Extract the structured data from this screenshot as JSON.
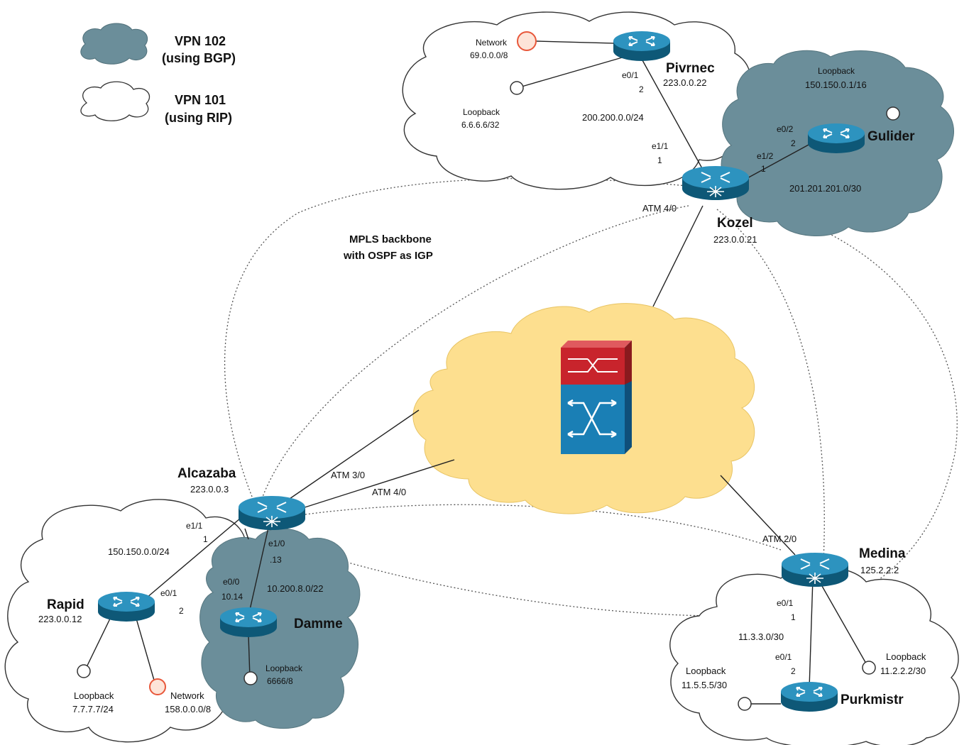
{
  "legend": {
    "vpn102": {
      "line1": "VPN 102",
      "line2": "(using BGP)"
    },
    "vpn101": {
      "line1": "VPN 101",
      "line2": "(using RIP)"
    }
  },
  "backbone": {
    "line1": "MPLS backbone",
    "line2": "with OSPF as IGP"
  },
  "colors": {
    "vpn102_cloud": "#6b8e9a",
    "atm_cloud": "#fddf8f",
    "router": "#1f7fa8",
    "network_node": "#e8573a",
    "switch_top": "#c8242c",
    "switch_bottom": "#1a7fb5"
  },
  "routers": {
    "pivrnec": {
      "name": "Pivrnec",
      "ip": "223.0.0.22",
      "iface": "e0/1",
      "iface_addr": "2"
    },
    "gulider": {
      "name": "Gulider",
      "iface": "e0/2",
      "iface_addr": "2"
    },
    "kozel": {
      "name": "Kozel",
      "ip": "223.0.0.21",
      "atm": "ATM 4/0",
      "iface_pivrnec": "e1/1",
      "iface_pivrnec_addr": "1",
      "iface_gulider": "e1/2",
      "iface_gulider_addr": "1"
    },
    "alcazaba": {
      "name": "Alcazaba",
      "ip": "223.0.0.3",
      "atm1": "ATM 3/0",
      "atm2": "ATM 4/0",
      "iface_rapid": "e1/1",
      "iface_rapid_addr": "1",
      "iface_damme": "e1/0",
      "iface_damme_addr": ".13"
    },
    "rapid": {
      "name": "Rapid",
      "ip": "223.0.0.12",
      "iface": "e0/1",
      "iface_addr": "2"
    },
    "damme": {
      "name": "Damme",
      "iface": "e0/0",
      "iface_addr": "10.14"
    },
    "medina": {
      "name": "Medina",
      "ip": "125.2.2.2",
      "atm": "ATM 2/0",
      "iface": "e0/1",
      "iface_addr": "1"
    },
    "purkmistr": {
      "name": "Purkmistr",
      "iface": "e0/1",
      "iface_addr": "2"
    }
  },
  "networks": {
    "net_69": {
      "label": "Network",
      "addr": "69.0.0.0/8"
    },
    "lo_pivrnec": {
      "label": "Loopback",
      "addr": "6.6.6.6/32"
    },
    "link_200": "200.200.0.0/24",
    "lo_gulider": {
      "label": "Loopback",
      "addr": "150.150.0.1/16"
    },
    "link_201": "201.201.201.0/30",
    "link_150": "150.150.0.0/24",
    "link_10_200": "10.200.8.0/22",
    "lo_rapid": {
      "label": "Loopback",
      "addr": "7.7.7.7/24"
    },
    "net_158": {
      "label": "Network",
      "addr": "158.0.0.0/8"
    },
    "lo_damme": {
      "label": "Loopback",
      "addr": "6666/8"
    },
    "link_11_3": "11.3.3.0/30",
    "lo_medina": {
      "label": "Loopback",
      "addr": "11.2.2.2/30"
    },
    "lo_purkmistr": {
      "label": "Loopback",
      "addr": "11.5.5.5/30"
    }
  }
}
